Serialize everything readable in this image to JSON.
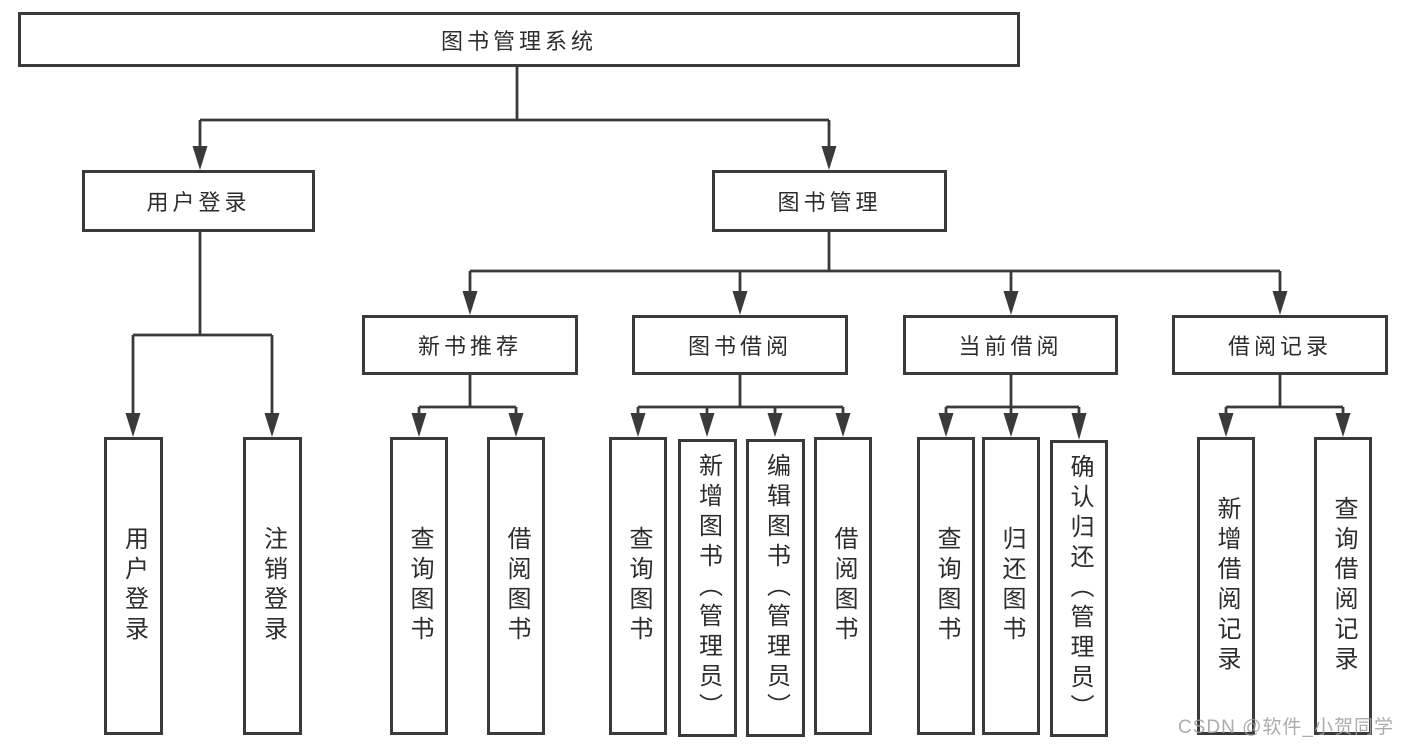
{
  "colors": {
    "line": "#3a3a3a",
    "box_border": "#3a3a3a",
    "text": "#2d2d2d",
    "watermark": "#9e9e9e"
  },
  "watermark": {
    "text": "CSDN @软件_小贺同学"
  },
  "diagram": {
    "type": "hierarchy-tree",
    "root": {
      "label": "图书管理系统"
    },
    "branches": [
      {
        "label": "用户登录",
        "children": [
          {
            "label": "用户登录"
          },
          {
            "label": "注销登录"
          }
        ]
      },
      {
        "label": "图书管理",
        "children": [
          {
            "label": "新书推荐",
            "children": [
              {
                "label": "查询图书"
              },
              {
                "label": "借阅图书"
              }
            ]
          },
          {
            "label": "图书借阅",
            "children": [
              {
                "label": "查询图书"
              },
              {
                "label": "新增图书（管理员）"
              },
              {
                "label": "编辑图书（管理员）"
              },
              {
                "label": "借阅图书"
              }
            ]
          },
          {
            "label": "当前借阅",
            "children": [
              {
                "label": "查询图书"
              },
              {
                "label": "归还图书"
              },
              {
                "label": "确认归还（管理员）"
              }
            ]
          },
          {
            "label": "借阅记录",
            "children": [
              {
                "label": "新增借阅记录"
              },
              {
                "label": "查询借阅记录"
              }
            ]
          }
        ]
      }
    ]
  }
}
